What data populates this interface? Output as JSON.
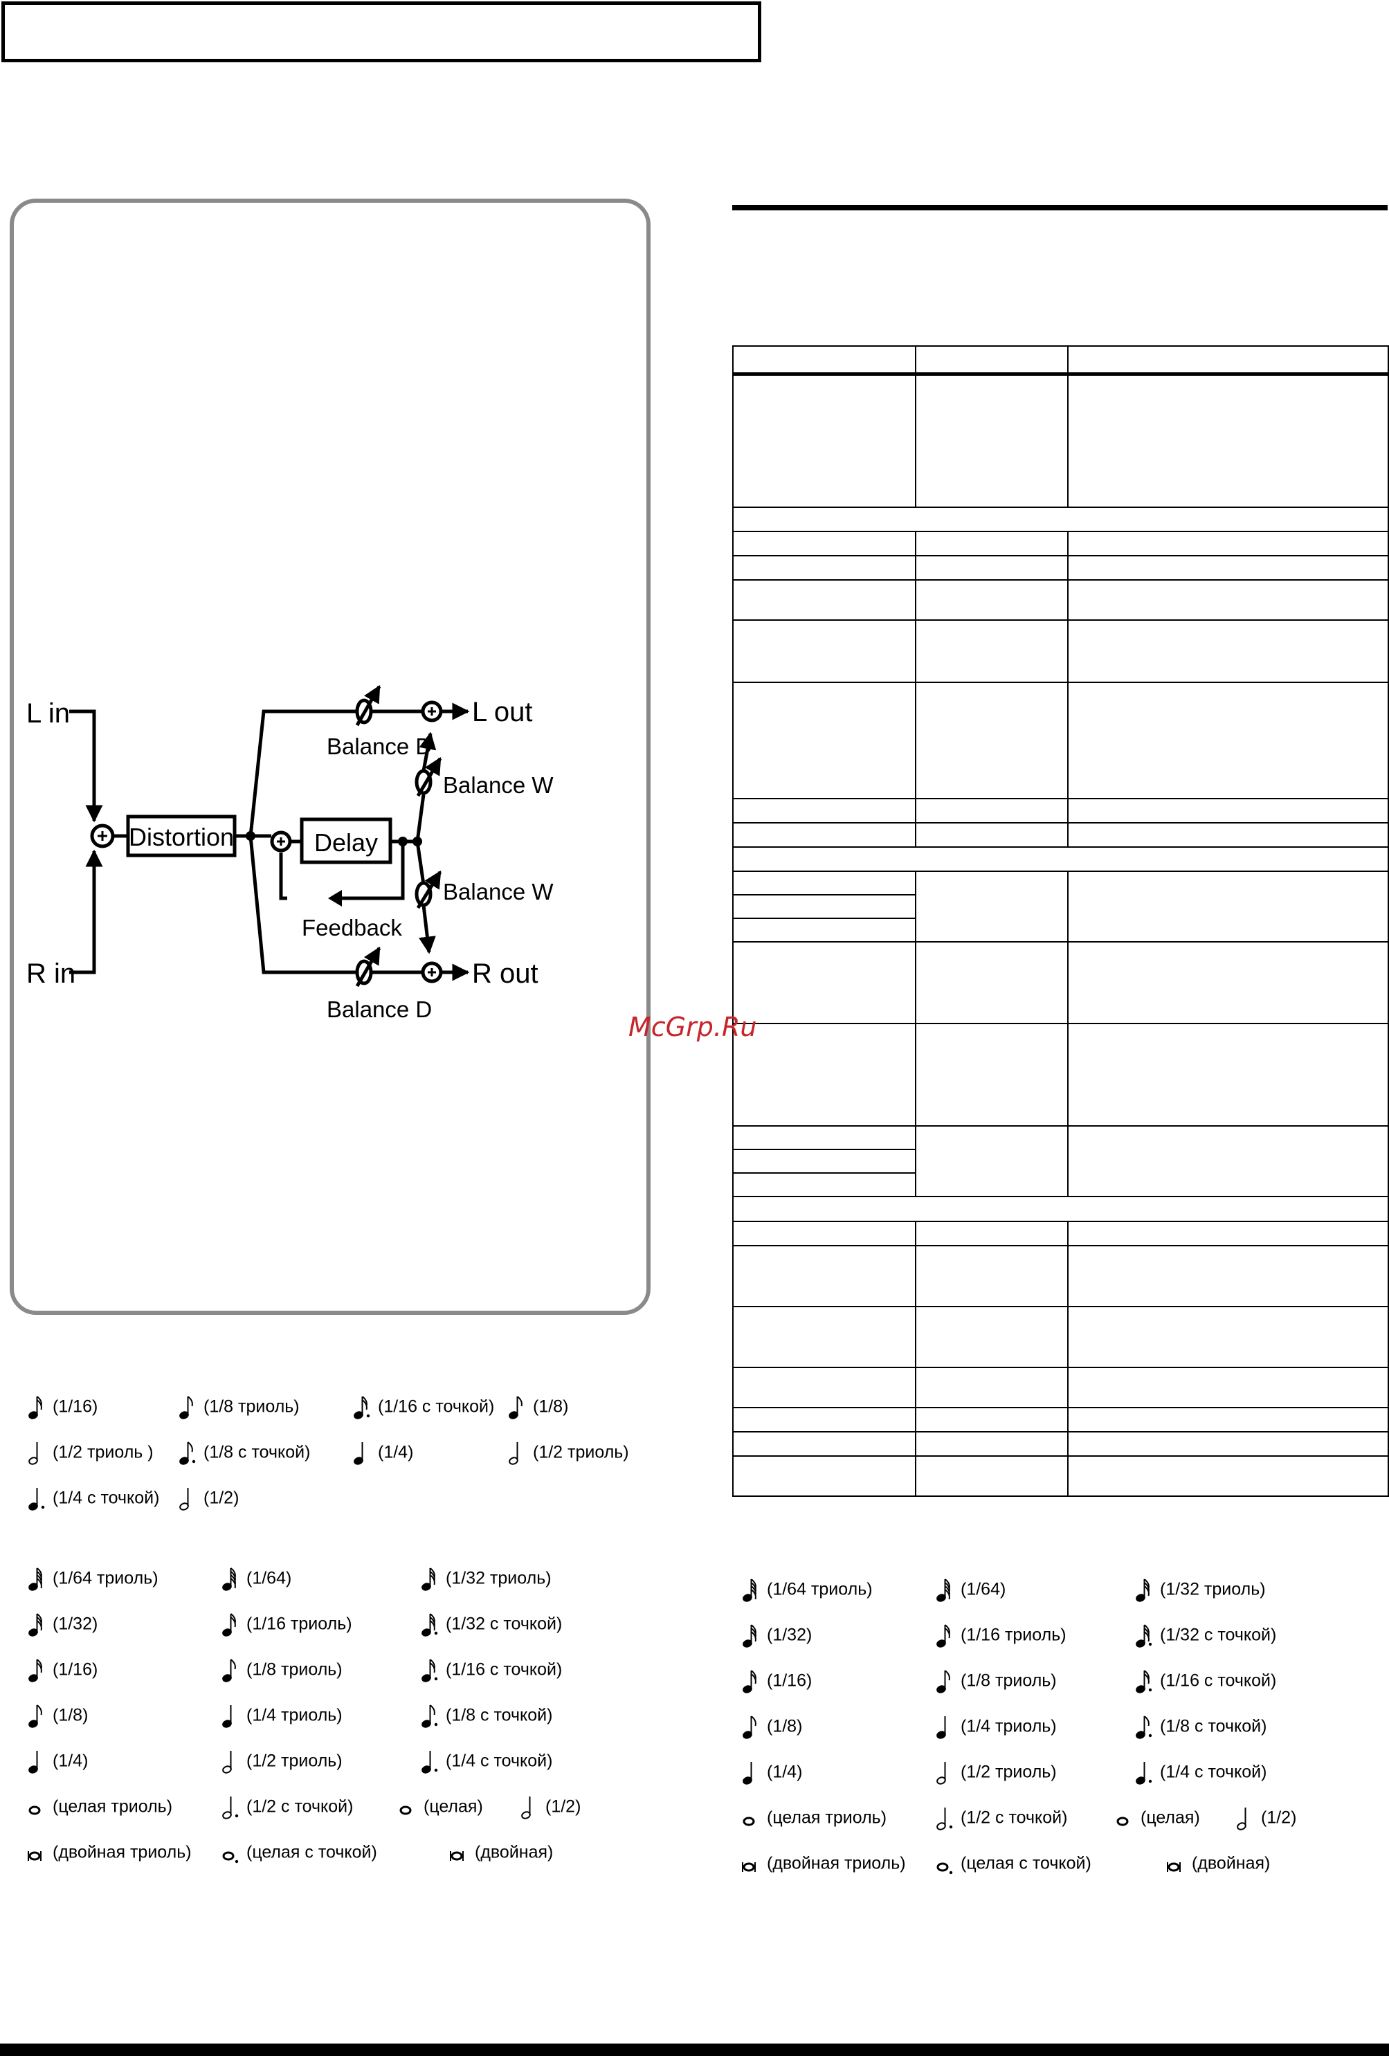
{
  "diagram": {
    "l_in": "L in",
    "r_in": "R in",
    "distortion": "Distortion",
    "delay": "Delay",
    "feedback": "Feedback",
    "balance_d_top": "Balance D",
    "balance_d_bottom": "Balance D",
    "balance_w_top": "Balance W",
    "balance_w_bottom": "Balance W",
    "l_out": "L out",
    "r_out": "R out"
  },
  "watermark": "McGrp.Ru",
  "notes_group1": [
    {
      "icon": "sixteenth-note-icon",
      "label": "(1/16)"
    },
    {
      "icon": "eighth-triplet-icon",
      "label": "(1/8 триоль)"
    },
    {
      "icon": "dotted-sixteenth-icon",
      "label": "(1/16 с точкой)"
    },
    {
      "icon": "eighth-note-icon",
      "label": "(1/8)"
    },
    {
      "icon": "half-triplet-icon",
      "label": "(1/2 триоль )"
    },
    {
      "icon": "dotted-eighth-icon",
      "label": "(1/8 с точкой)"
    },
    {
      "icon": "quarter-note-icon",
      "label": "(1/4)"
    },
    {
      "icon": "half-triplet-icon",
      "label": "(1/2 триоль)"
    },
    {
      "icon": "dotted-quarter-icon",
      "label": "(1/4 с точкой)"
    },
    {
      "icon": "half-note-icon",
      "label": "(1/2)"
    }
  ],
  "notes_group2": [
    {
      "icon": "sixty-fourth-triplet-icon",
      "label": "(1/64 триоль)"
    },
    {
      "icon": "sixty-fourth-note-icon",
      "label": "(1/64)"
    },
    {
      "icon": "thirty-second-triplet-icon",
      "label": "(1/32 триоль)"
    },
    {
      "icon": "thirty-second-note-icon",
      "label": "(1/32)"
    },
    {
      "icon": "sixteenth-triplet-icon",
      "label": "(1/16 триоль)"
    },
    {
      "icon": "dotted-thirty-second-icon",
      "label": "(1/32 с точкой)"
    },
    {
      "icon": "sixteenth-note-icon",
      "label": "(1/16)"
    },
    {
      "icon": "eighth-triplet-icon",
      "label": "(1/8 триоль)"
    },
    {
      "icon": "dotted-sixteenth-icon",
      "label": "(1/16 с точкой)"
    },
    {
      "icon": "eighth-note-icon",
      "label": "(1/8)"
    },
    {
      "icon": "quarter-triplet-icon",
      "label": "(1/4 триоль)"
    },
    {
      "icon": "dotted-eighth-icon",
      "label": "(1/8 с точкой)"
    },
    {
      "icon": "quarter-note-icon",
      "label": "(1/4)"
    },
    {
      "icon": "half-triplet-icon",
      "label": "(1/2 триоль)"
    },
    {
      "icon": "dotted-quarter-icon",
      "label": "(1/4 с точкой)"
    },
    {
      "icon": "whole-triplet-icon",
      "label": "(целая триоль)"
    },
    {
      "icon": "dotted-half-icon",
      "label": "(1/2 с точкой)"
    },
    {
      "icon": "whole-note-icon",
      "label": "(целая)"
    },
    {
      "icon": "half-note-icon",
      "label": "(1/2)"
    },
    {
      "icon": "double-whole-triplet-icon",
      "label": "(двойная триоль)"
    },
    {
      "icon": "dotted-whole-icon",
      "label": "(целая с точкой)"
    },
    {
      "icon": "double-whole-note-icon",
      "label": "(двойная)"
    }
  ],
  "notes_group3": [
    {
      "icon": "sixty-fourth-triplet-icon",
      "label": "(1/64 триоль)"
    },
    {
      "icon": "sixty-fourth-note-icon",
      "label": "(1/64)"
    },
    {
      "icon": "thirty-second-triplet-icon",
      "label": "(1/32 триоль)"
    },
    {
      "icon": "thirty-second-note-icon",
      "label": "(1/32)"
    },
    {
      "icon": "sixteenth-triplet-icon",
      "label": "(1/16 триоль)"
    },
    {
      "icon": "dotted-thirty-second-icon",
      "label": "(1/32 с точкой)"
    },
    {
      "icon": "sixteenth-note-icon",
      "label": "(1/16)"
    },
    {
      "icon": "eighth-triplet-icon",
      "label": "(1/8 триоль)"
    },
    {
      "icon": "dotted-sixteenth-icon",
      "label": "(1/16 с точкой)"
    },
    {
      "icon": "eighth-note-icon",
      "label": "(1/8)"
    },
    {
      "icon": "quarter-triplet-icon",
      "label": "(1/4 триоль)"
    },
    {
      "icon": "dotted-eighth-icon",
      "label": "(1/8 с точкой)"
    },
    {
      "icon": "quarter-note-icon",
      "label": "(1/4)"
    },
    {
      "icon": "half-triplet-icon",
      "label": "(1/2 триоль)"
    },
    {
      "icon": "dotted-quarter-icon",
      "label": "(1/4 с точкой)"
    },
    {
      "icon": "whole-triplet-icon",
      "label": "(целая триоль)"
    },
    {
      "icon": "dotted-half-icon",
      "label": "(1/2 с точкой)"
    },
    {
      "icon": "whole-note-icon",
      "label": "(целая)"
    },
    {
      "icon": "half-note-icon",
      "label": "(1/2)"
    },
    {
      "icon": "double-whole-triplet-icon",
      "label": "(двойная триоль)"
    },
    {
      "icon": "dotted-whole-icon",
      "label": "(целая с точкой)"
    },
    {
      "icon": "double-whole-note-icon",
      "label": "(двойная)"
    }
  ]
}
